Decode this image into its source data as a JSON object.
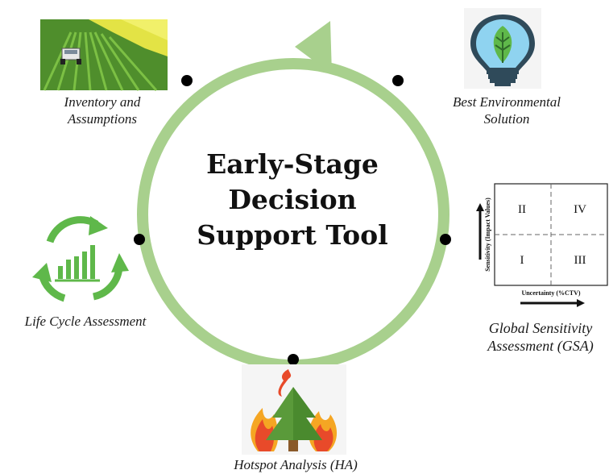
{
  "center_title": {
    "line1": "Early-Stage",
    "line2": "Decision",
    "line3": "Support Tool"
  },
  "stages": {
    "inventory": {
      "line1": "Inventory and",
      "line2": "Assumptions"
    },
    "best_solution": {
      "line1": "Best Environmental",
      "line2": "Solution"
    },
    "gsa": {
      "line1": "Global Sensitivity",
      "line2": "Assessment (GSA)"
    },
    "hotspot": {
      "label": "Hotspot Analysis (HA)"
    },
    "lca": {
      "label": "Life Cycle Assessment"
    }
  },
  "gsa_chart": {
    "quadrants": {
      "top_left": "II",
      "top_right": "IV",
      "bottom_left": "I",
      "bottom_right": "III"
    },
    "x_axis_label": "Uncertainty (%CTV)",
    "y_axis_label": "Sensitivity (Impact Values)"
  },
  "colors": {
    "cycle_ring": "#a8d08d",
    "node": "#000000",
    "icon_green": "#5fb84a"
  },
  "icons": [
    "farm-field-photo",
    "lightbulb-leaf-icon",
    "recycle-chart-icon",
    "fire-tree-icon"
  ]
}
